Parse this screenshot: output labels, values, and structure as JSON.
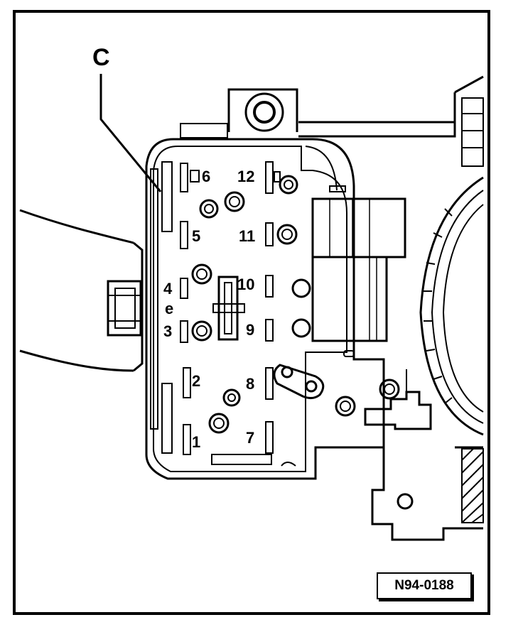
{
  "callout": "C",
  "reference_code": "N94-0188",
  "terminals": {
    "t1": "1",
    "t2": "2",
    "t3": "3",
    "t4": "4",
    "t5": "5",
    "t6": "6",
    "t7": "7",
    "t8": "8",
    "t9": "9",
    "t10": "10",
    "t11": "11",
    "t12": "12",
    "t_e": "e"
  }
}
